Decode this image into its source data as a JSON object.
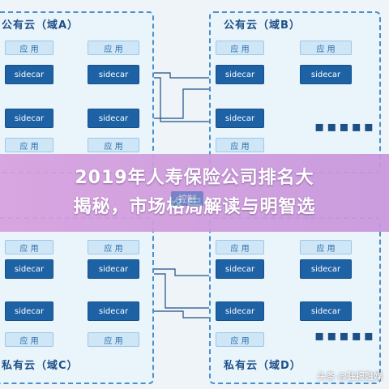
{
  "zones": {
    "a": {
      "title": "公有云（域A）"
    },
    "b": {
      "title": "公有云（域B）"
    },
    "c": {
      "title": "私有云（域C）"
    },
    "d": {
      "title": "私有云（域D）"
    }
  },
  "node_labels": {
    "app": "应 用",
    "sidecar": "sidecar"
  },
  "control_plane": {
    "label": "控制"
  },
  "ellipsis": "▪▪▪▪▪",
  "banner": {
    "line1": "2019年人寿保险公司排名大",
    "line2": "揭秘，市场格局解读与明智选"
  },
  "watermark": "头条 @驻报融媒",
  "colors": {
    "sidecar_fill": "#1e62a6",
    "app_fill": "#cfe6f7",
    "zone_border": "#4a8fc9",
    "link_line": "#1e4f86",
    "banner_overlay": "#d6a0de"
  }
}
